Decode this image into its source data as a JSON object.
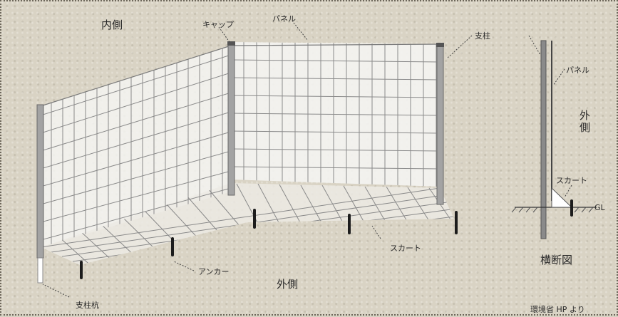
{
  "labels": {
    "inner_side": "内側",
    "cap": "キャップ",
    "panel": "パネル",
    "post": "支柱",
    "panel_cross": "パネル",
    "outer_side_vertical": "外側",
    "skirt_cross": "スカート",
    "gl": "GL",
    "skirt_main": "スカート",
    "anchor": "アンカー",
    "outer_side": "外側",
    "cross_section": "横断図",
    "post_stake": "支柱杭",
    "source": "環境省 HP より"
  },
  "colors": {
    "background": "#d9d3c4",
    "mesh": "#8a8a8a",
    "panel_fill": "#f4f4f2",
    "post": "#9a9a9a",
    "anchor": "#1c1c1c",
    "text": "#2a2a2a"
  }
}
